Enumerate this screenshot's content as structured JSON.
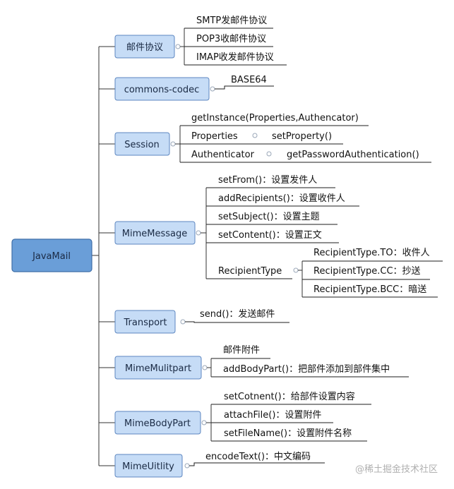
{
  "root": {
    "label": "JavaMail"
  },
  "branches": [
    {
      "id": "mail",
      "label": "邮件协议",
      "children": [
        {
          "label": "SMTP发邮件协议"
        },
        {
          "label": "POP3收邮件协议"
        },
        {
          "label": "IMAP收发邮件协议"
        }
      ]
    },
    {
      "id": "codec",
      "label": "commons-codec",
      "children": [
        {
          "label": "BASE64"
        }
      ]
    },
    {
      "id": "session",
      "label": "Session",
      "children": [
        {
          "label": "getInstance(Properties,Authencator)"
        },
        {
          "label": "Properties",
          "child": "setProperty()"
        },
        {
          "label": "Authenticator",
          "child": "getPasswordAuthentication()"
        }
      ]
    },
    {
      "id": "mimemessage",
      "label": "MimeMessage",
      "children": [
        {
          "label": "setFrom()：设置发件人"
        },
        {
          "label": "addRecipients()：设置收件人"
        },
        {
          "label": "setSubject()：设置主题"
        },
        {
          "label": "setContent()：设置正文"
        },
        {
          "label": "RecipientType",
          "grandchildren": [
            "RecipientType.TO：收件人",
            "RecipientType.CC：抄送",
            "RecipientType.BCC：暗送"
          ]
        }
      ]
    },
    {
      "id": "transport",
      "label": "Transport",
      "children": [
        {
          "label": "send()：发送邮件"
        }
      ]
    },
    {
      "id": "multipart",
      "label": "MimeMulitpart",
      "children": [
        {
          "label": "邮件附件"
        },
        {
          "label": "addBodyPart()：把部件添加到部件集中"
        }
      ]
    },
    {
      "id": "bodypart",
      "label": "MimeBodyPart",
      "children": [
        {
          "label": "setCotnent()：给部件设置内容"
        },
        {
          "label": "attachFile()：设置附件"
        },
        {
          "label": "setFileName()：设置附件名称"
        }
      ]
    },
    {
      "id": "uitlity",
      "label": "MimeUitlity",
      "children": [
        {
          "label": "encodeText()：中文编码"
        }
      ]
    }
  ],
  "watermark": "@稀土掘金技术社区"
}
